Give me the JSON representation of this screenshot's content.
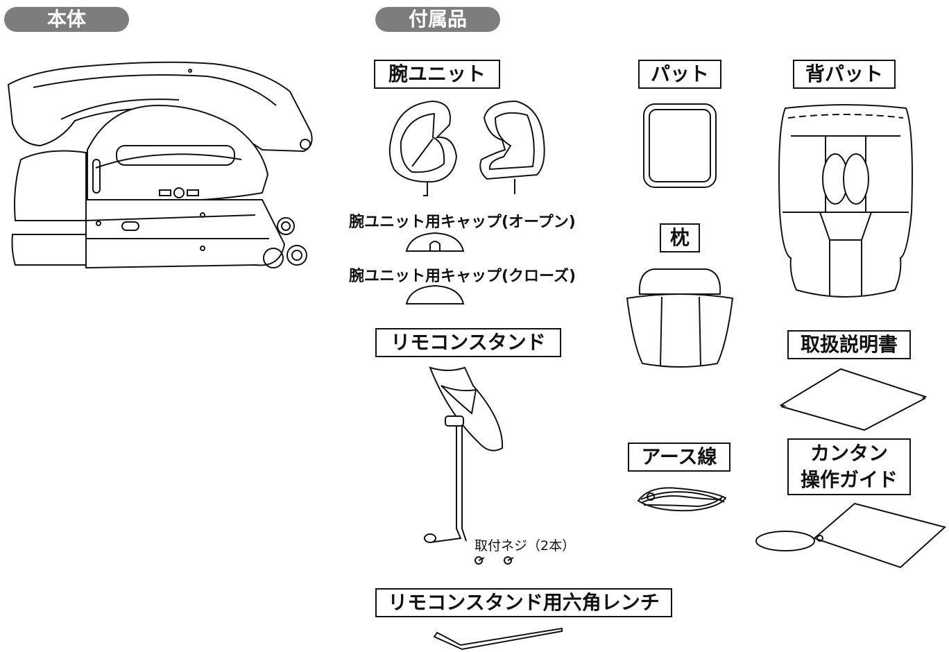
{
  "headers": {
    "main_unit": "本体",
    "accessories": "付属品"
  },
  "parts": {
    "arm_unit": "腕ユニット",
    "pad": "パット",
    "back_pad": "背パット",
    "cap_open": "腕ユニット用キャップ(オープン)",
    "cap_close": "腕ユニット用キャップ(クローズ)",
    "pillow": "枕",
    "remote_stand": "リモコンスタンド",
    "manual": "取扱説明書",
    "mount_screws": "取付ネジ（2本）",
    "earth_wire": "アース線",
    "quick_guide_line1": "カンタン",
    "quick_guide_line2": "操作ガイド",
    "hex_wrench": "リモコンスタンド用六角レンチ"
  }
}
